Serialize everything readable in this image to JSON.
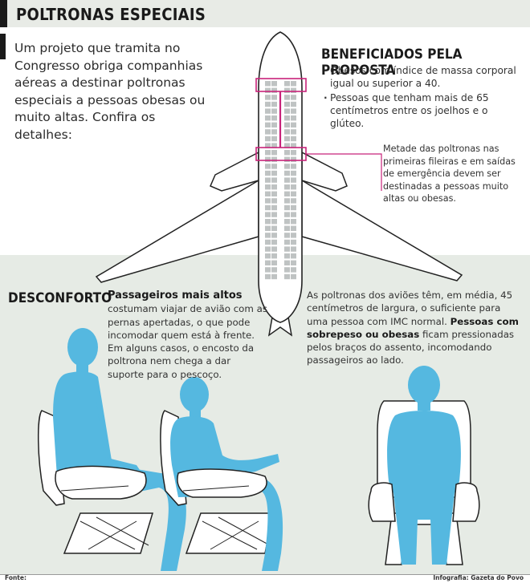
{
  "header": {
    "title": "POLTRONAS ESPECIAIS"
  },
  "intro": "Um projeto que tramita no Congresso obriga companhias aéreas a destinar poltronas especiais a pessoas obesas ou muito altas. Confira os detalhes:",
  "beneficiados": {
    "title": "BENEFICIADOS PELA PROPOSTA",
    "items": [
      "Obesos com índice de massa corporal igual ou superior a 40.",
      "Pessoas que tenham mais de 65 centímetros entre os joelhos e o glúteo."
    ]
  },
  "callout": "Metade das poltronas nas primeiras fileiras e em saídas de emergência devem ser destinadas a pessoas muito altas ou obesas.",
  "desconforto": {
    "title": "DESCONFORTO",
    "altos_bold": "Passageiros mais altos",
    "altos_text": "costumam viajar de avião com as pernas apertadas, o que pode incomodar quem está à frente. Em alguns casos, o encosto da poltrona nem chega a dar suporte para o pescoço.",
    "largura_text": "As poltronas dos aviões têm, em média, 45 centímetros de largura, o suficiente para uma pessoa com IMC normal.",
    "obesos_bold": "Pessoas com sobrepeso ou obesas",
    "obesos_text": "ficam pressionadas pelos braços do assento, incomodando passageiros ao lado."
  },
  "footer": {
    "fonte": "Fonte:",
    "credito": "Infografia: Gazeta do Povo"
  },
  "colors": {
    "figure": "#55b8e0",
    "seat": "#ffffff",
    "callout_line": "#c8237a",
    "header_bg": "#e8ebe6",
    "bottom_bg": "#e6ebe5"
  }
}
